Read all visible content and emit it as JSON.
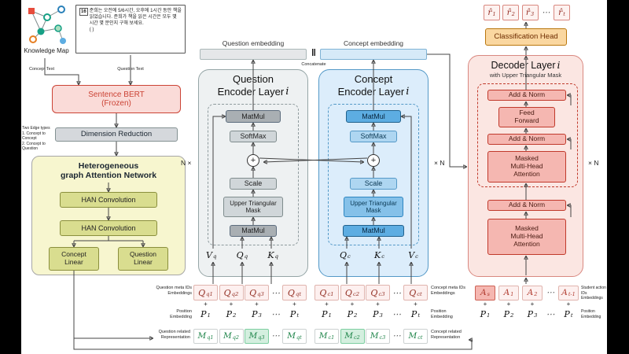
{
  "left_panel": {
    "knowledge_map_label": "Knowledge Map",
    "problem_number": "16",
    "problem_text": "준희는 오전에 5/6시간, 오후에 1시간 동안 책을 읽었습니다. 준희가 책을 읽은 시간은 모두 몇 시간 몇 분인지 구해 보세요.\n(            )",
    "concept_text_label": "Concept Text",
    "question_text_label": "Question Text",
    "sentence_bert": "Sentence BERT\n(Frozen)",
    "dimension_reduction": "Dimension Reduction",
    "edge_note": "Two Edge types\n1. Concept to Concept\n2. Concept to Question",
    "hgan_title": "Heterogeneous\ngraph Attention Network",
    "han_convolution_1": "HAN Convolution",
    "han_convolution_2": "HAN Convolution",
    "concept_linear": "Concept\nLinear",
    "question_linear": "Question\nLinear"
  },
  "embeddings": {
    "question_label": "Question embedding",
    "concept_label": "Concept embedding",
    "concatenate_symbol": "‖",
    "concatenate_label": "Concatenate"
  },
  "question_encoder": {
    "n_label": "N ×",
    "title_line1": "Question",
    "title_line2": "Encoder Layer",
    "layer_index": "i",
    "matmul_top": "MatMul",
    "softmax": "SoftMax",
    "plus": "+",
    "scale": "Scale",
    "mask": "Upper Triangular\nMask",
    "matmul_bottom": "MatMul",
    "inputs": [
      {
        "t": "V",
        "s": "q"
      },
      {
        "t": "Q",
        "s": "q"
      },
      {
        "t": "K",
        "s": "q"
      }
    ]
  },
  "concept_encoder": {
    "n_label": "× N",
    "title_line1": "Concept",
    "title_line2": "Encoder Layer",
    "layer_index": "i",
    "matmul_top": "MatMul",
    "softmax": "SoftMax",
    "plus": "+",
    "scale": "Scale",
    "mask": "Upper Triangular\nMask",
    "matmul_bottom": "MatMul",
    "inputs": [
      {
        "t": "Q",
        "s": "c"
      },
      {
        "t": "K",
        "s": "c"
      },
      {
        "t": "V",
        "s": "c"
      }
    ]
  },
  "decoder": {
    "n_label": "× N",
    "title": "Decoder Layer",
    "layer_index": "i",
    "subtitle": "with Upper Triangular Mask",
    "add_norm_1": "Add & Norm",
    "feed_forward": "Feed\nForward",
    "add_norm_2": "Add & Norm",
    "masked_mha_1": "Masked\nMulti-Head\nAttention",
    "add_norm_3": "Add & Norm",
    "masked_mha_2": "Masked\nMulti-Head\nAttention",
    "classification_head": "Classification Head"
  },
  "output_row": {
    "tokens": [
      {
        "t": "r̂",
        "s": "1"
      },
      {
        "t": "r̂",
        "s": "2"
      },
      {
        "t": "r̂",
        "s": "3"
      },
      {
        "t": "⋯",
        "dots": true
      },
      {
        "t": "r̂",
        "s": "t"
      }
    ]
  },
  "bottom": {
    "question_meta_label": "Question meta IDs\nEmbeddings",
    "question_position_label": "Position\nEmbedding",
    "question_rep_label": "Question related\nRepresentation",
    "concept_meta_label": "Concept meta IDs\nEmbeddings",
    "concept_position_label": "Position\nEmbedding",
    "concept_rep_label": "Concept related\nRepresentation",
    "student_meta_label": "Student action IDs\nEmbeddings",
    "student_position_label": "Position\nEmbedding",
    "question_meta_tokens": [
      {
        "t": "Q",
        "s": "q1"
      },
      {
        "t": "Q",
        "s": "q2"
      },
      {
        "t": "Q",
        "s": "q3"
      },
      {
        "t": "⋯",
        "dots": true
      },
      {
        "t": "Q",
        "s": "qt"
      }
    ],
    "question_plus_tokens": [
      {
        "t": "+"
      },
      {
        "t": "+"
      },
      {
        "t": "+"
      },
      {
        "t": "",
        "dots": true
      },
      {
        "t": "+"
      }
    ],
    "question_pos_tokens": [
      {
        "t": "P",
        "s": "1"
      },
      {
        "t": "P",
        "s": "2"
      },
      {
        "t": "P",
        "s": "3"
      },
      {
        "t": "⋯",
        "dots": true
      },
      {
        "t": "P",
        "s": "t"
      }
    ],
    "question_rep_tokens": [
      {
        "t": "M",
        "s": "q1"
      },
      {
        "t": "M",
        "s": "q2"
      },
      {
        "t": "M",
        "s": "q3",
        "hl": true
      },
      {
        "t": "⋯",
        "dots": true
      },
      {
        "t": "M",
        "s": "qt"
      }
    ],
    "concept_meta_tokens": [
      {
        "t": "Q",
        "s": "c1"
      },
      {
        "t": "Q",
        "s": "c2"
      },
      {
        "t": "Q",
        "s": "c3"
      },
      {
        "t": "⋯",
        "dots": true
      },
      {
        "t": "Q",
        "s": "ct"
      }
    ],
    "concept_plus_tokens": [
      {
        "t": "+"
      },
      {
        "t": "+"
      },
      {
        "t": "+"
      },
      {
        "t": "",
        "dots": true
      },
      {
        "t": "+"
      }
    ],
    "concept_pos_tokens": [
      {
        "t": "P",
        "s": "1"
      },
      {
        "t": "P",
        "s": "2"
      },
      {
        "t": "P",
        "s": "3"
      },
      {
        "t": "⋯",
        "dots": true
      },
      {
        "t": "P",
        "s": "t"
      }
    ],
    "concept_rep_tokens": [
      {
        "t": "M",
        "s": "c1"
      },
      {
        "t": "M",
        "s": "c2",
        "hl": true
      },
      {
        "t": "M",
        "s": "c3"
      },
      {
        "t": "⋯",
        "dots": true
      },
      {
        "t": "M",
        "s": "ct"
      }
    ],
    "student_action_tokens": [
      {
        "t": "A",
        "s": "s",
        "hl": true
      },
      {
        "t": "A",
        "s": "1"
      },
      {
        "t": "A",
        "s": "2"
      },
      {
        "t": "⋯",
        "dots": true
      },
      {
        "t": "A",
        "s": "t-1"
      }
    ],
    "student_plus_tokens": [
      {
        "t": "+"
      },
      {
        "t": "+"
      },
      {
        "t": "+"
      },
      {
        "t": "",
        "dots": true
      },
      {
        "t": "+"
      }
    ],
    "student_pos_tokens": [
      {
        "t": "P",
        "s": "1"
      },
      {
        "t": "P",
        "s": "2"
      },
      {
        "t": "P",
        "s": "3"
      },
      {
        "t": "⋯",
        "dots": true
      },
      {
        "t": "P",
        "s": "t"
      }
    ]
  },
  "colors": {
    "question_fill": "#eef1f2",
    "concept_fill": "#dcedfb",
    "decoder_fill": "#fbe6e2",
    "hgan_fill": "#f7f6cf",
    "bert_accent": "#cb4335",
    "classification_fill": "#fad7a0",
    "highlight_green": "#d4efdf",
    "highlight_pink": "#f5b7b1"
  }
}
